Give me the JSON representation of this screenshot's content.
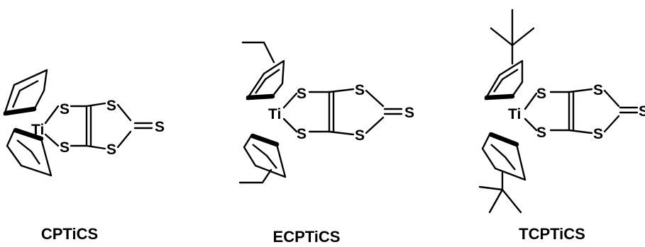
{
  "molecules": [
    {
      "name": "CPTiCS",
      "atoms": {
        "ti": "Ti",
        "s1": "S",
        "s2": "S",
        "s3": "S",
        "s4": "S",
        "s5": "S"
      }
    },
    {
      "name": "ECPTiCS",
      "atoms": {
        "ti": "Ti",
        "s1": "S",
        "s2": "S",
        "s3": "S",
        "s4": "S",
        "s5": "S"
      }
    },
    {
      "name": "TCPTiCS",
      "atoms": {
        "ti": "Ti",
        "s1": "S",
        "s2": "S",
        "s3": "S",
        "s4": "S",
        "s5": "S"
      }
    }
  ]
}
